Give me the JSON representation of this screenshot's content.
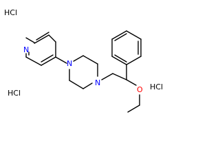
{
  "molecule": {
    "atom_labels": {
      "pyridine_n": "N",
      "piperazine_n1": "N",
      "piperazine_n2": "N",
      "ether_o": "O"
    },
    "salts": [
      "HCl",
      "HCl",
      "HCl"
    ],
    "colors": {
      "nitrogen": "#0000ff",
      "oxygen": "#ff0000",
      "bond": "#000000",
      "background": "#ffffff"
    }
  }
}
